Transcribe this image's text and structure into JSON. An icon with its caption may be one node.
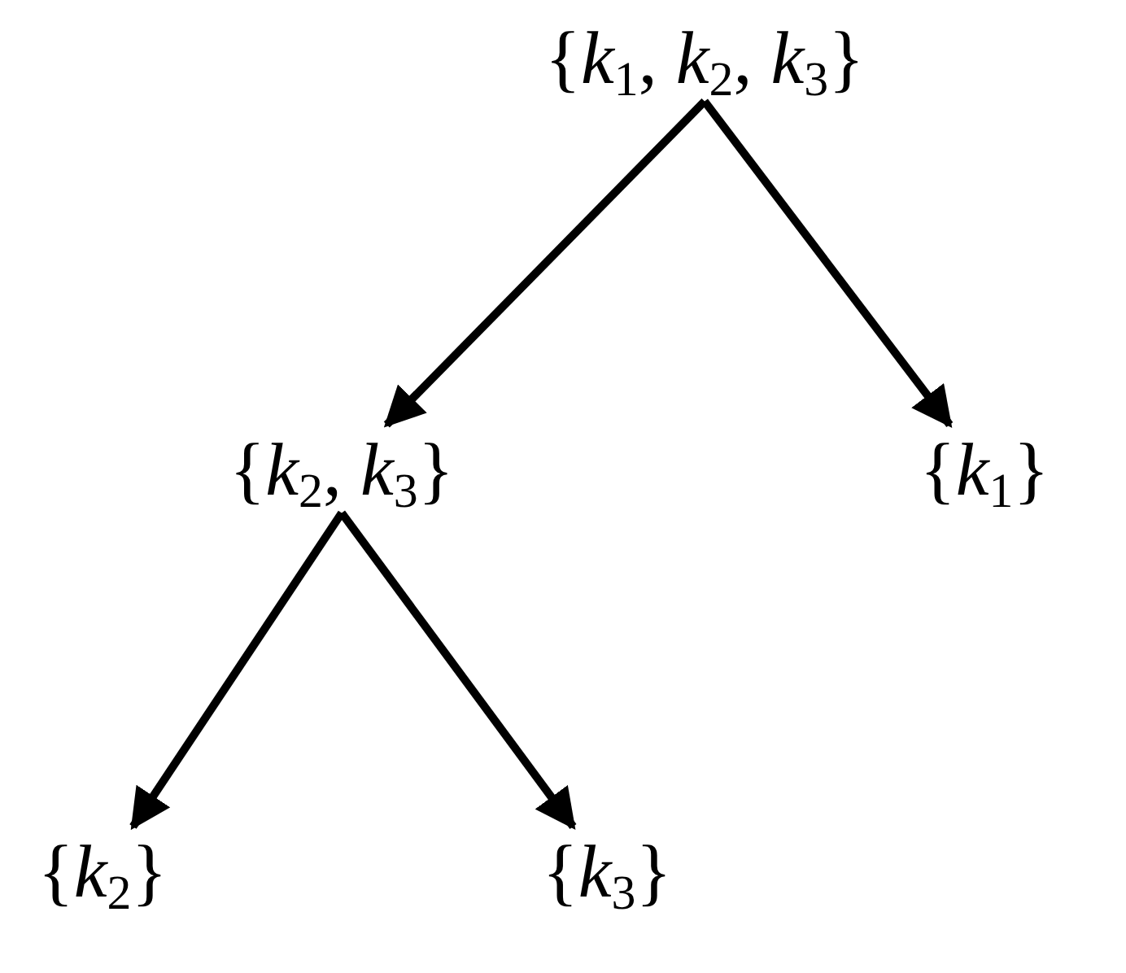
{
  "diagram": {
    "nodes": [
      {
        "text": [
          "{*k*$_{1}$, *k*$_{2}$, *k*$_{3}$}"
        ]
      },
      {
        "text": [
          "{*k*$_{2}$, *k*$_{3}$}"
        ]
      },
      {
        "text": [
          "{*k*$_{1}$}"
        ]
      },
      {
        "text": [
          "{*k*$_{2}$}"
        ]
      },
      {
        "text": [
          "{*k*$_{3}$}"
        ]
      }
    ],
    "edges": [
      {
        "from": 0,
        "to": 1,
        "arrow": "to"
      },
      {
        "from": 0,
        "to": 2,
        "arrow": "to"
      },
      {
        "from": 1,
        "to": 3,
        "arrow": "to"
      },
      {
        "from": 1,
        "to": 4,
        "arrow": "to"
      }
    ]
  }
}
